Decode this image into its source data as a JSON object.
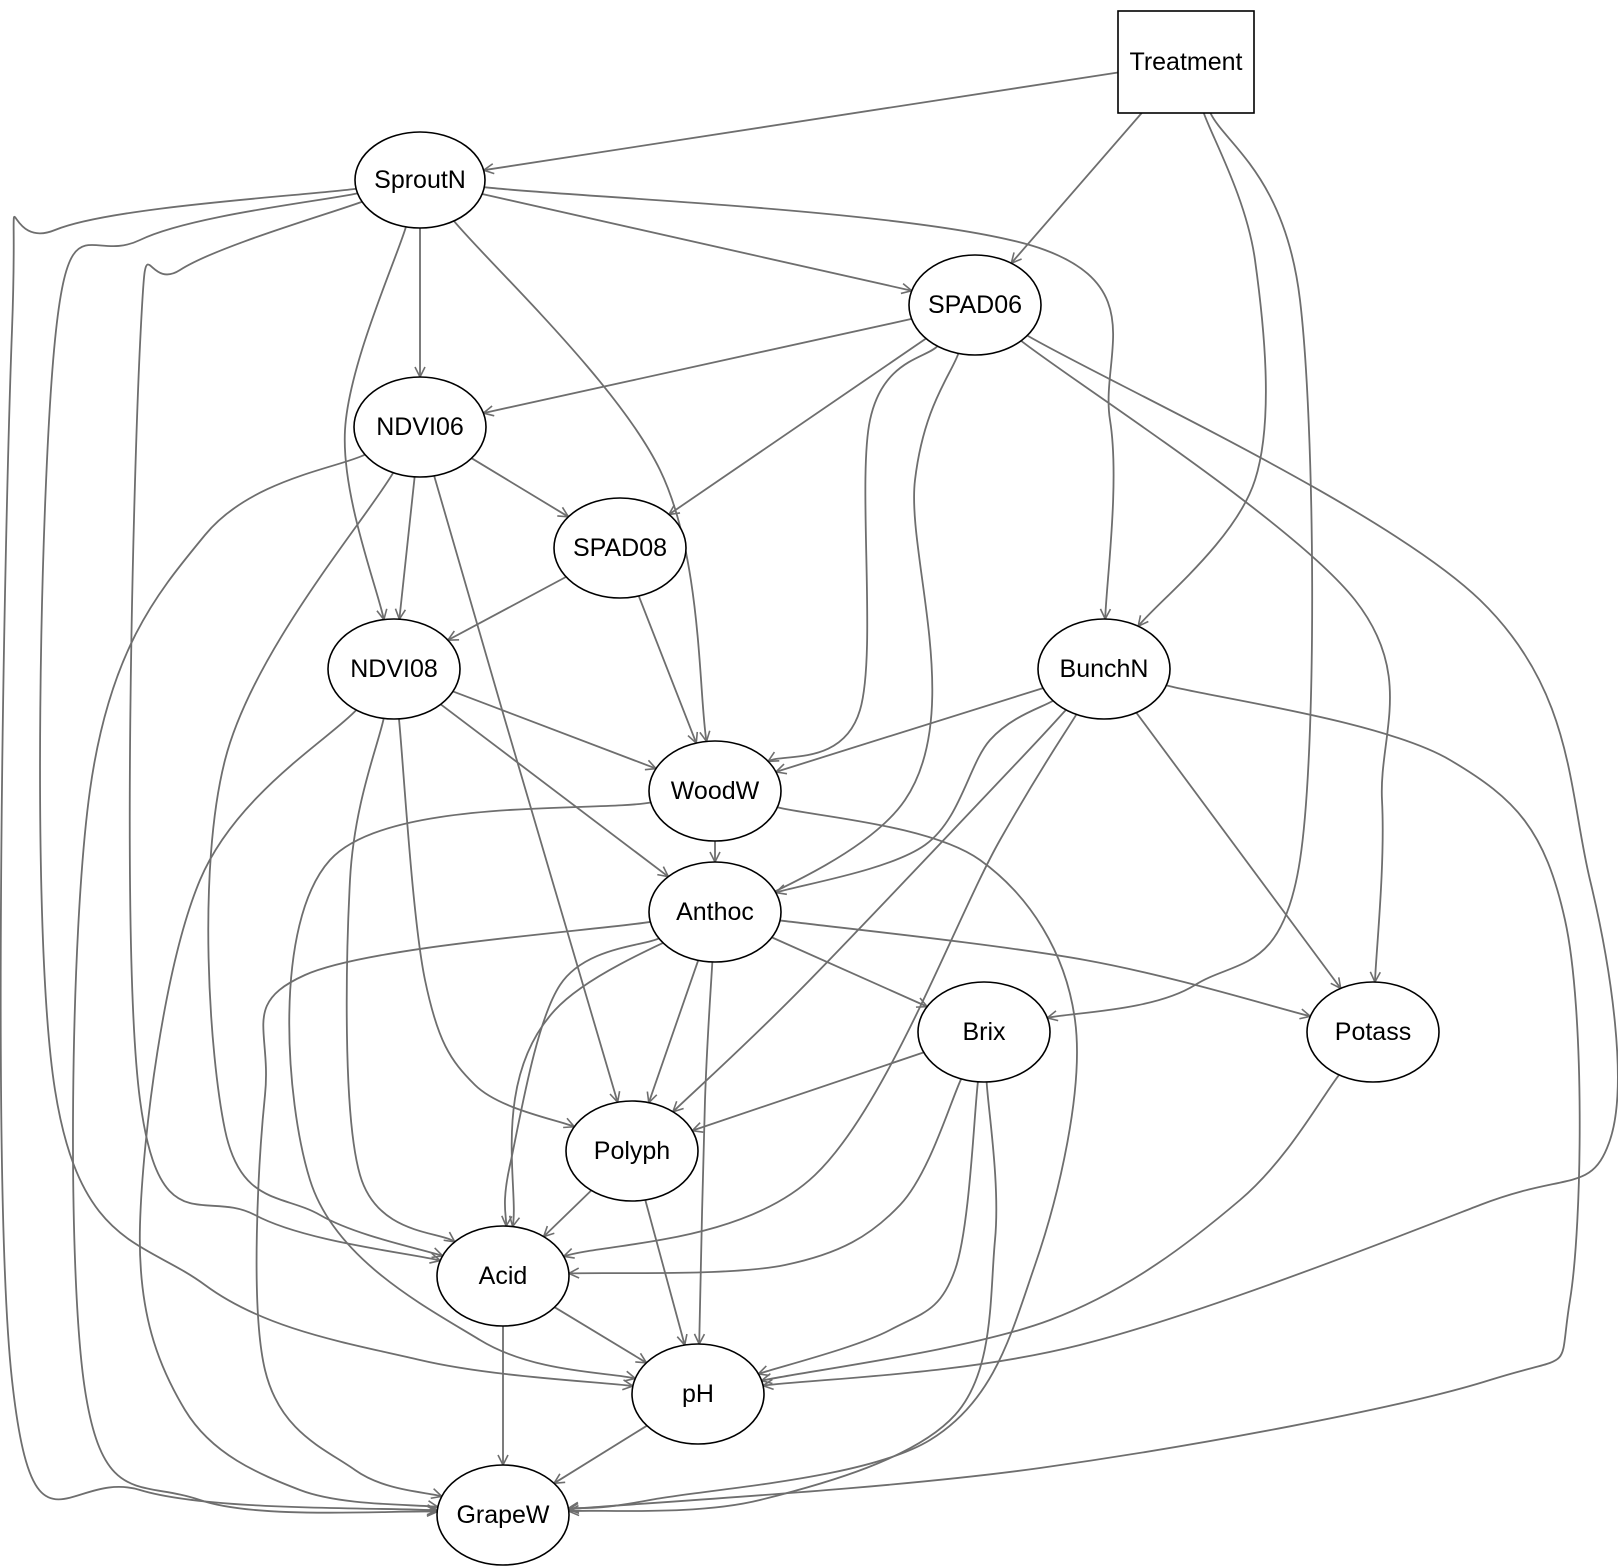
{
  "diagram": {
    "type": "directed-graph",
    "edge_color": "#6e6e6e",
    "node_border_color": "#000000",
    "nodes": [
      {
        "id": "Treatment",
        "label": "Treatment",
        "shape": "box"
      },
      {
        "id": "SproutN",
        "label": "SproutN",
        "shape": "ellipse"
      },
      {
        "id": "SPAD06",
        "label": "SPAD06",
        "shape": "ellipse"
      },
      {
        "id": "NDVI06",
        "label": "NDVI06",
        "shape": "ellipse"
      },
      {
        "id": "SPAD08",
        "label": "SPAD08",
        "shape": "ellipse"
      },
      {
        "id": "NDVI08",
        "label": "NDVI08",
        "shape": "ellipse"
      },
      {
        "id": "BunchN",
        "label": "BunchN",
        "shape": "ellipse"
      },
      {
        "id": "WoodW",
        "label": "WoodW",
        "shape": "ellipse"
      },
      {
        "id": "Anthoc",
        "label": "Anthoc",
        "shape": "ellipse"
      },
      {
        "id": "Brix",
        "label": "Brix",
        "shape": "ellipse"
      },
      {
        "id": "Potass",
        "label": "Potass",
        "shape": "ellipse"
      },
      {
        "id": "Polyph",
        "label": "Polyph",
        "shape": "ellipse"
      },
      {
        "id": "Acid",
        "label": "Acid",
        "shape": "ellipse"
      },
      {
        "id": "pH",
        "label": "pH",
        "shape": "ellipse"
      },
      {
        "id": "GrapeW",
        "label": "GrapeW",
        "shape": "ellipse"
      }
    ],
    "edges": [
      {
        "from": "Treatment",
        "to": "SproutN"
      },
      {
        "from": "Treatment",
        "to": "SPAD06"
      },
      {
        "from": "Treatment",
        "to": "BunchN"
      },
      {
        "from": "Treatment",
        "to": "Brix"
      },
      {
        "from": "SproutN",
        "to": "SPAD06"
      },
      {
        "from": "SproutN",
        "to": "NDVI06"
      },
      {
        "from": "SproutN",
        "to": "NDVI08"
      },
      {
        "from": "SproutN",
        "to": "WoodW"
      },
      {
        "from": "SproutN",
        "to": "BunchN"
      },
      {
        "from": "SproutN",
        "to": "Acid"
      },
      {
        "from": "SproutN",
        "to": "pH"
      },
      {
        "from": "SproutN",
        "to": "GrapeW"
      },
      {
        "from": "SPAD06",
        "to": "NDVI06"
      },
      {
        "from": "SPAD06",
        "to": "SPAD08"
      },
      {
        "from": "SPAD06",
        "to": "WoodW"
      },
      {
        "from": "SPAD06",
        "to": "Acid"
      },
      {
        "from": "SPAD06",
        "to": "Potass"
      },
      {
        "from": "SPAD06",
        "to": "pH"
      },
      {
        "from": "NDVI06",
        "to": "SPAD08"
      },
      {
        "from": "NDVI06",
        "to": "NDVI08"
      },
      {
        "from": "NDVI06",
        "to": "Polyph"
      },
      {
        "from": "NDVI06",
        "to": "Acid"
      },
      {
        "from": "NDVI06",
        "to": "GrapeW"
      },
      {
        "from": "SPAD08",
        "to": "NDVI08"
      },
      {
        "from": "SPAD08",
        "to": "WoodW"
      },
      {
        "from": "NDVI08",
        "to": "WoodW"
      },
      {
        "from": "NDVI08",
        "to": "Anthoc"
      },
      {
        "from": "NDVI08",
        "to": "Polyph"
      },
      {
        "from": "NDVI08",
        "to": "Acid"
      },
      {
        "from": "NDVI08",
        "to": "GrapeW"
      },
      {
        "from": "BunchN",
        "to": "WoodW"
      },
      {
        "from": "BunchN",
        "to": "Anthoc"
      },
      {
        "from": "BunchN",
        "to": "Polyph"
      },
      {
        "from": "BunchN",
        "to": "Acid"
      },
      {
        "from": "BunchN",
        "to": "Potass"
      },
      {
        "from": "BunchN",
        "to": "GrapeW"
      },
      {
        "from": "WoodW",
        "to": "Anthoc"
      },
      {
        "from": "WoodW",
        "to": "pH"
      },
      {
        "from": "WoodW",
        "to": "GrapeW"
      },
      {
        "from": "Anthoc",
        "to": "Brix"
      },
      {
        "from": "Anthoc",
        "to": "Potass"
      },
      {
        "from": "Anthoc",
        "to": "Polyph"
      },
      {
        "from": "Anthoc",
        "to": "Acid"
      },
      {
        "from": "Anthoc",
        "to": "pH"
      },
      {
        "from": "Anthoc",
        "to": "GrapeW"
      },
      {
        "from": "Brix",
        "to": "Polyph"
      },
      {
        "from": "Brix",
        "to": "Acid"
      },
      {
        "from": "Brix",
        "to": "pH"
      },
      {
        "from": "Brix",
        "to": "GrapeW"
      },
      {
        "from": "Potass",
        "to": "pH"
      },
      {
        "from": "Polyph",
        "to": "Acid"
      },
      {
        "from": "Polyph",
        "to": "pH"
      },
      {
        "from": "Acid",
        "to": "pH"
      },
      {
        "from": "Acid",
        "to": "GrapeW"
      },
      {
        "from": "pH",
        "to": "GrapeW"
      }
    ]
  }
}
